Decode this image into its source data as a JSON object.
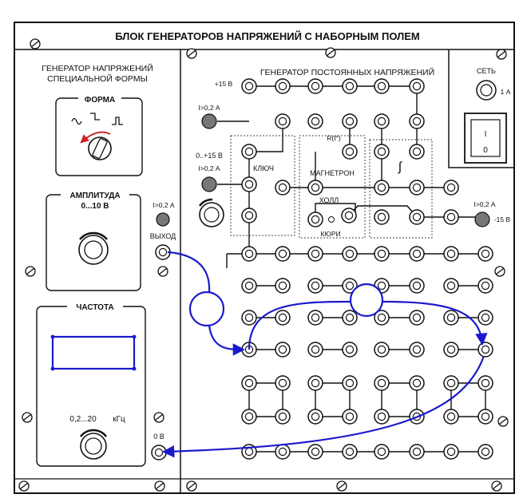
{
  "panel": {
    "title": "БЛОК ГЕНЕРАТОРОВ НАПРЯЖЕНИЙ С НАБОРНЫМ ПОЛЕМ"
  },
  "special_generator": {
    "title_line1": "ГЕНЕРАТОР НАПРЯЖЕНИЙ",
    "title_line2": "СПЕЦИАЛЬНОЙ ФОРМЫ",
    "form_label": "ФОРМА",
    "amplitude_label": "АМПЛИТУДА",
    "amplitude_range": "0...10 В",
    "overload_label": "I>0,2 А",
    "output_label": "ВЫХОД",
    "frequency_label": "ЧАСТОТА",
    "frequency_range": "0,2...20",
    "frequency_unit": "кГц",
    "ground_label": "0 В"
  },
  "dc_generator": {
    "title": "ГЕНЕРАТОР  ПОСТОЯННЫХ  НАПРЯЖЕНИЙ",
    "plus15_label": "+15 В",
    "overload1_label": "I>0,2 А",
    "adj_label": "0..+15 В",
    "overload2_label": "I>0,2 А",
    "key_label": "КЛЮЧ",
    "r_label": "R(t°)",
    "magnetron_label": "МАГНЕТРОН",
    "hall_label": "ХОЛЛ",
    "curie_label": "КЮРИ",
    "integral_symbol": "∫",
    "overload3_label": "I>0,2 А",
    "minus15_label": "-15 В"
  },
  "power": {
    "label": "СЕТЬ",
    "fuse_label": "1 А",
    "switch_mark": "I",
    "switch_off_mark": "0"
  },
  "colors": {
    "ink": "#111111",
    "wire": "#1a1acc",
    "lamp": "#777777"
  }
}
